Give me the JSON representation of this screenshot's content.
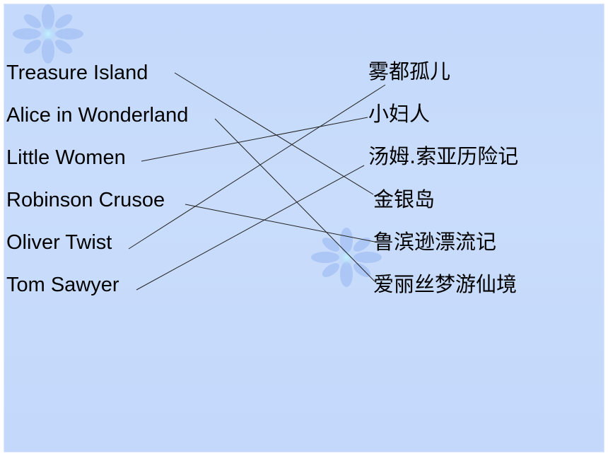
{
  "english_titles": [
    "Treasure Island",
    "Alice in Wonderland",
    "Little Women",
    "Robinson Crusoe",
    "Oliver Twist",
    "Tom Sawyer"
  ],
  "chinese_titles": [
    "雾都孤儿",
    "小妇人",
    "汤姆.索亚历险记",
    "金银岛",
    "鲁滨逊漂流记",
    "爱丽丝梦游仙境"
  ],
  "matches": [
    {
      "english": "Treasure Island",
      "chinese": "金银岛"
    },
    {
      "english": "Alice in Wonderland",
      "chinese": "爱丽丝梦游仙境"
    },
    {
      "english": "Little Women",
      "chinese": "小妇人"
    },
    {
      "english": "Robinson Crusoe",
      "chinese": "鲁滨逊漂流记"
    },
    {
      "english": "Oliver Twist",
      "chinese": "雾都孤儿"
    },
    {
      "english": "Tom Sawyer",
      "chinese": "汤姆.索亚历险记"
    }
  ],
  "colors": {
    "background": "#c6dafb",
    "decoration": "#a9c6f6",
    "decoration_center": "#b8f0ff",
    "text": "#000000",
    "line": "#222222"
  },
  "icons": [
    "snowflake-decoration-icon"
  ]
}
